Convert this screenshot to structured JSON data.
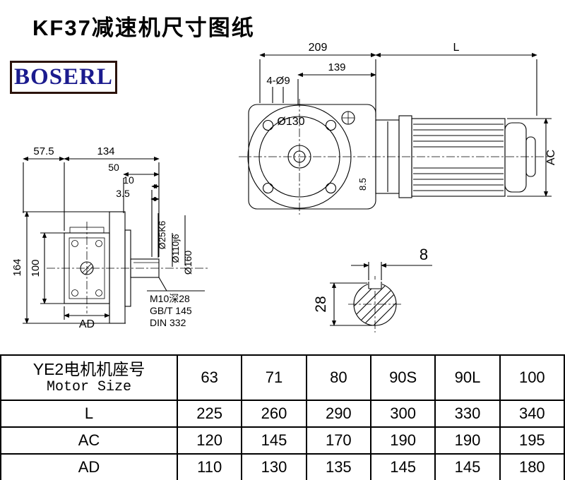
{
  "page": {
    "title": "KF37减速机尺寸图纸",
    "brand": "BOSERL"
  },
  "front_view": {
    "dim_total": "209",
    "dim_motor": "L",
    "dim_139": "139",
    "holes": "4-Ø9",
    "bolt_circle": "Ø130",
    "dim_8_5": "8.5",
    "dim_ac": "AC"
  },
  "side_view": {
    "dim_57_5": "57.5",
    "dim_134": "134",
    "dim_50": "50",
    "dim_10": "10",
    "dim_3_5": "3.5",
    "dim_164": "164",
    "dim_100": "100",
    "dim_ad": "AD",
    "shaft_dia": "Ø25K6",
    "spigot_dia": "Ø110j6",
    "flange_dia": "Ø160",
    "note_tap": "M10深28",
    "note_gb": "GB/T 145",
    "note_din": "DIN 332"
  },
  "shaft_section": {
    "key_width": "8",
    "key_height": "28"
  },
  "table": {
    "header_line1": "YE2电机机座号",
    "header_line2": "Motor Size",
    "columns": [
      "63",
      "71",
      "80",
      "90S",
      "90L",
      "100"
    ],
    "rows": [
      {
        "label": "L",
        "values": [
          "225",
          "260",
          "290",
          "300",
          "330",
          "340"
        ]
      },
      {
        "label": "AC",
        "values": [
          "120",
          "145",
          "170",
          "190",
          "190",
          "195"
        ]
      },
      {
        "label": "AD",
        "values": [
          "110",
          "130",
          "135",
          "145",
          "145",
          "180"
        ]
      }
    ]
  }
}
